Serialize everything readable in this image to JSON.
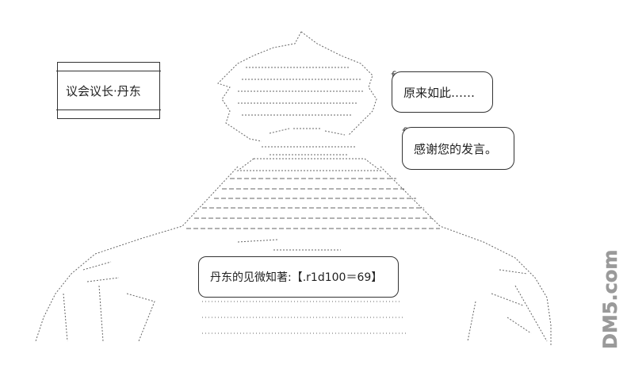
{
  "name_card": {
    "text": "议会议长·丹东"
  },
  "speech": [
    {
      "text": "原来如此……"
    },
    {
      "text": "感谢您的发言。"
    }
  ],
  "dice_roll": {
    "text": "丹东的见微知著:【.r1d100＝69】"
  },
  "watermark": {
    "text": "DM5.com"
  },
  "colors": {
    "line": "#333333",
    "background": "#ffffff",
    "watermark": "#9a9a9a"
  }
}
